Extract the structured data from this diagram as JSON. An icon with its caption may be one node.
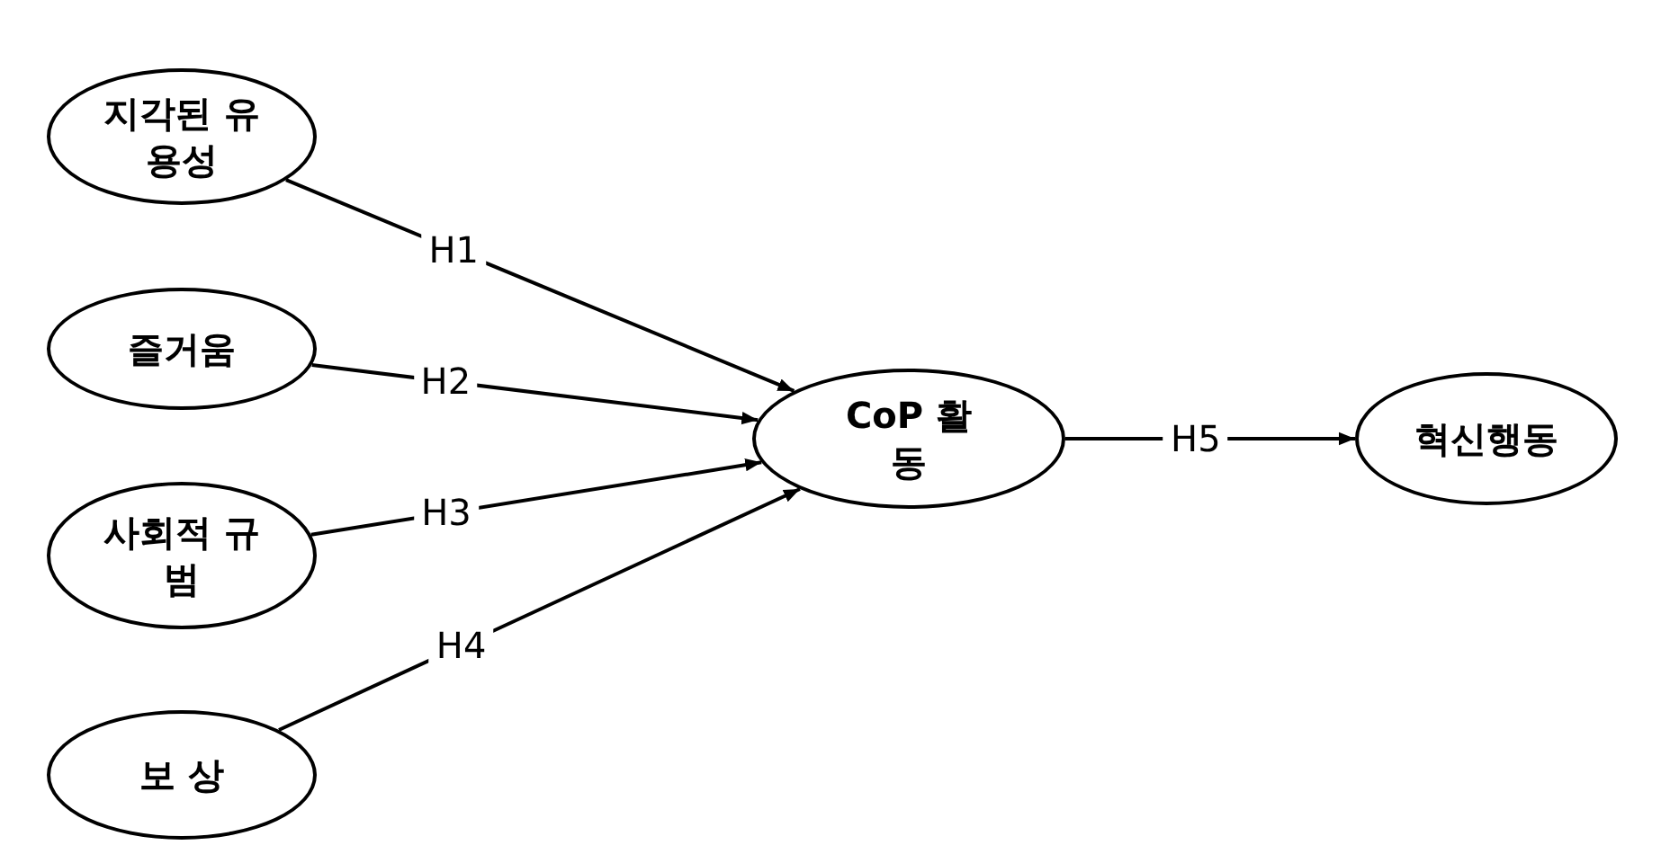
{
  "diagram": {
    "nodes": [
      {
        "text": [
          "지각된 유용성"
        ]
      },
      {
        "text": [
          "즐거움"
        ]
      },
      {
        "text": [
          "사회적 규 범"
        ]
      },
      {
        "text": [
          "보 상"
        ]
      },
      {
        "text": [
          "CoP 활동"
        ]
      },
      {
        "text": [
          "혁신행동"
        ]
      }
    ],
    "edges": [
      {
        "from": 0,
        "to": 4,
        "arrow": "to",
        "label": "H1"
      },
      {
        "from": 1,
        "to": 4,
        "arrow": "to",
        "label": "H2"
      },
      {
        "from": 2,
        "to": 4,
        "arrow": "to",
        "label": "H3"
      },
      {
        "from": 3,
        "to": 4,
        "arrow": "to",
        "label": "H4"
      },
      {
        "from": 4,
        "to": 5,
        "arrow": "to",
        "label": "H5"
      }
    ]
  }
}
